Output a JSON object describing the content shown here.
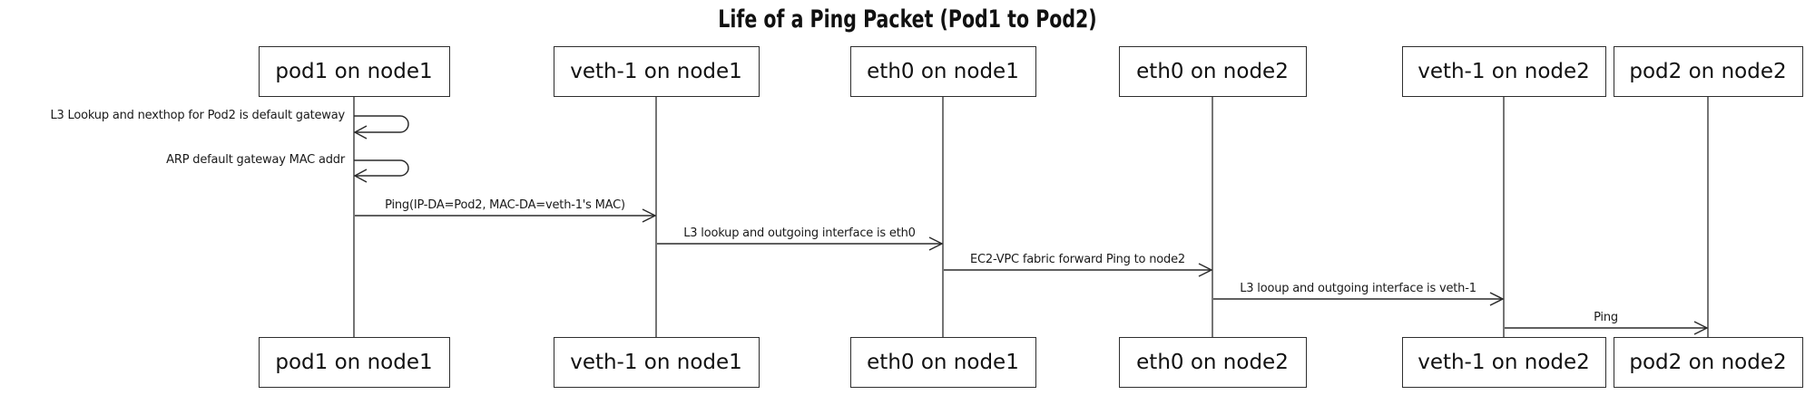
{
  "diagram": {
    "title": "Life of a Ping Packet (Pod1 to Pod2)",
    "participants": [
      {
        "id": "pod1-node1",
        "label": "pod1 on node1"
      },
      {
        "id": "veth1-node1",
        "label": "veth-1 on node1"
      },
      {
        "id": "eth0-node1",
        "label": "eth0 on node1"
      },
      {
        "id": "eth0-node2",
        "label": "eth0 on node2"
      },
      {
        "id": "veth1-node2",
        "label": "veth-1 on node2"
      },
      {
        "id": "pod2-node2",
        "label": "pod2 on node2"
      }
    ],
    "messages": [
      {
        "type": "self",
        "from": "pod1-node1",
        "to": "pod1-node1",
        "label": "L3 Lookup and nexthop for Pod2 is default gateway"
      },
      {
        "type": "self",
        "from": "pod1-node1",
        "to": "pod1-node1",
        "label": "ARP default gateway MAC addr"
      },
      {
        "type": "message",
        "from": "pod1-node1",
        "to": "veth1-node1",
        "label": "Ping(IP-DA=Pod2, MAC-DA=veth-1's MAC)"
      },
      {
        "type": "message",
        "from": "veth1-node1",
        "to": "eth0-node1",
        "label": "L3 lookup and outgoing interface is eth0"
      },
      {
        "type": "message",
        "from": "eth0-node1",
        "to": "eth0-node2",
        "label": "EC2-VPC fabric forward Ping to node2"
      },
      {
        "type": "message",
        "from": "eth0-node2",
        "to": "veth1-node2",
        "label": "L3 looup and outgoing interface is veth-1"
      },
      {
        "type": "message",
        "from": "veth1-node2",
        "to": "pod2-node2",
        "label": "Ping"
      }
    ],
    "colors": {
      "background": "#ffffff",
      "line": "#2b2b2b",
      "text": "#1a1a1a",
      "box_border": "#2e2e2e",
      "box_fill": "#ffffff"
    }
  }
}
